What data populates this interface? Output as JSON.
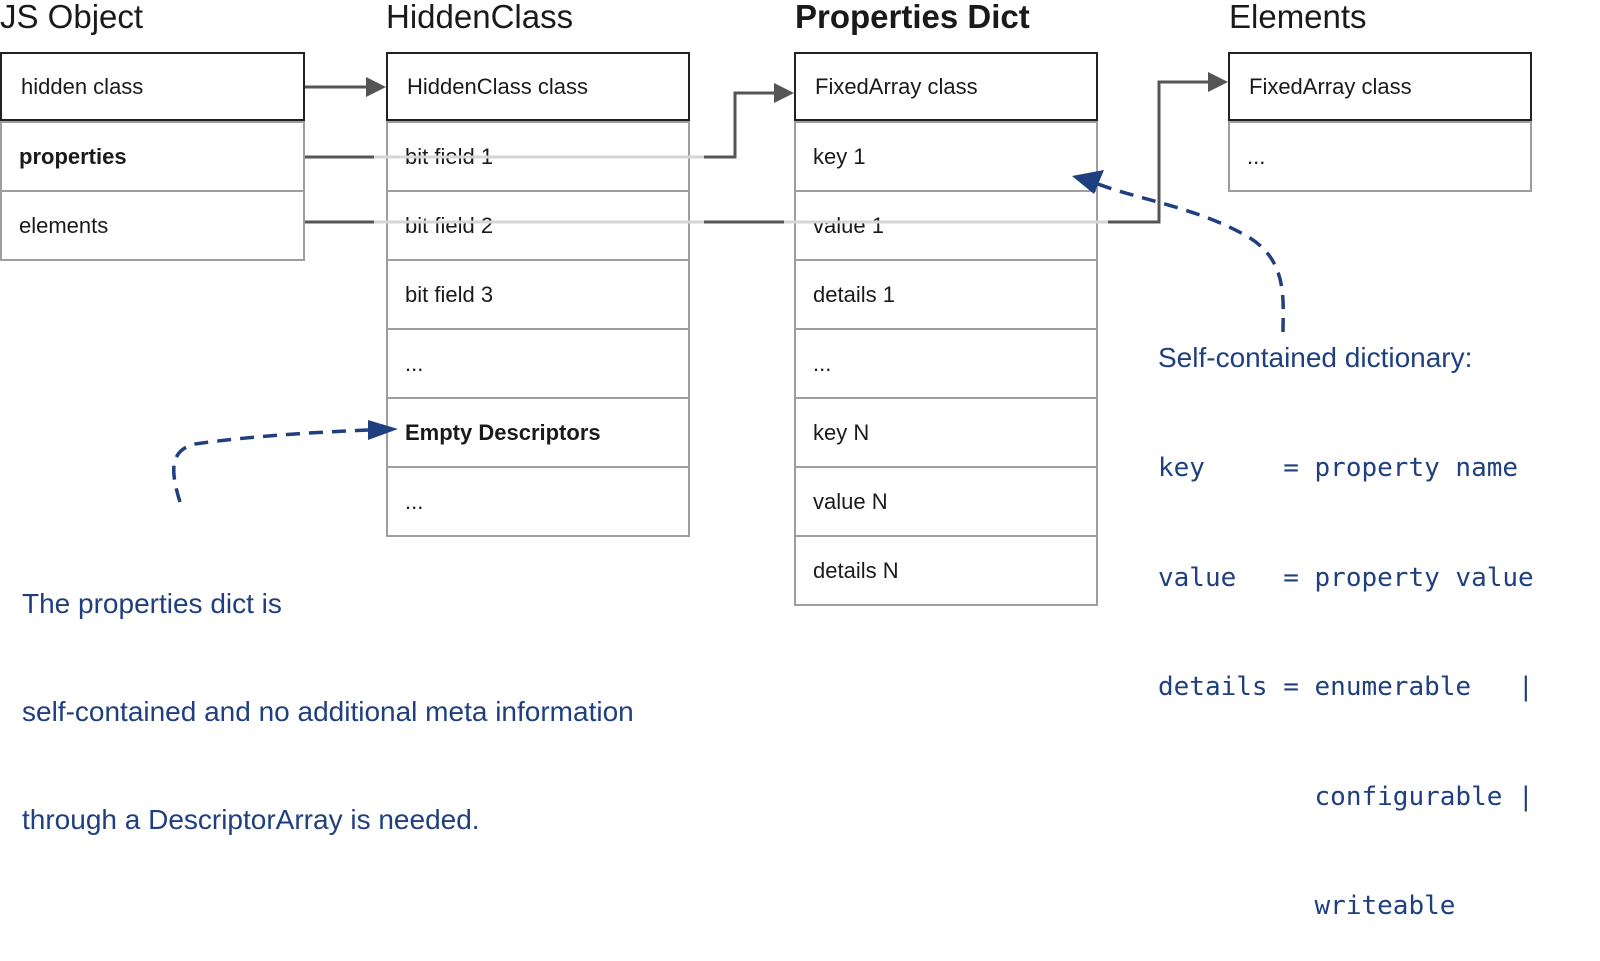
{
  "columns": {
    "js_object": {
      "title": "JS Object",
      "rows": [
        "hidden class",
        "properties",
        "elements"
      ]
    },
    "hidden_class": {
      "title": "HiddenClass",
      "rows": [
        "HiddenClass class",
        "bit field 1",
        "bit field 2",
        "bit field 3",
        "...",
        "Empty Descriptors",
        "..."
      ]
    },
    "properties_dict": {
      "title": "Properties Dict",
      "rows": [
        "FixedArray class",
        "key 1",
        "value 1",
        "details 1",
        "...",
        "key N",
        "value N",
        "details N"
      ]
    },
    "elements": {
      "title": "Elements",
      "rows": [
        "FixedArray class",
        "..."
      ]
    }
  },
  "notes": {
    "left_note": {
      "lines": [
        "The properties dict is",
        "self-contained and no additional meta information",
        "through a DescriptorArray is needed."
      ]
    },
    "right_note": {
      "title": "Self-contained dictionary:",
      "lines": [
        "key     = property name",
        "value   = property value",
        "details = enumerable   |",
        "          configurable |",
        "          writeable"
      ]
    }
  },
  "colors": {
    "arrow": "#555555",
    "connector_faint": "#d0d0d0",
    "note_blue": "#1f3f7f",
    "box_border": "#9e9e9e",
    "header_border": "#222222"
  }
}
